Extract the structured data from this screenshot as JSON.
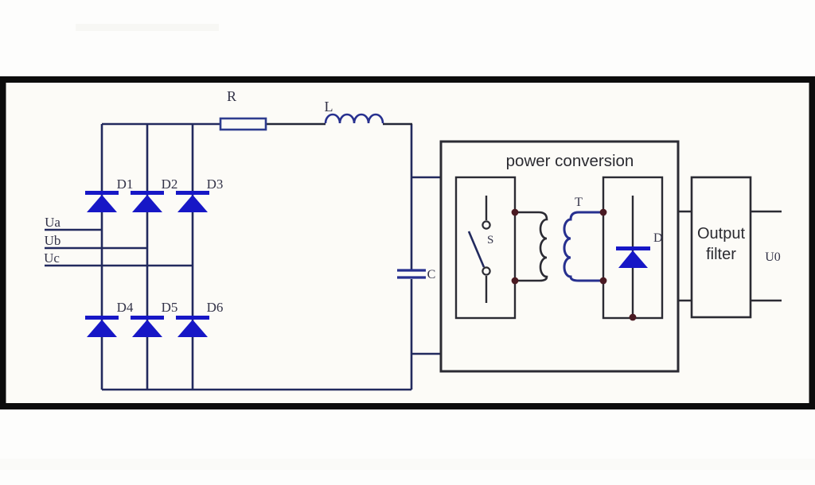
{
  "figure": {
    "type": "circuit-diagram",
    "description": "Three-phase diode rectifier with LC filter feeding an isolated power conversion stage and output filter",
    "title": "power conversion",
    "source_labels": {
      "phase_a": "Ua",
      "phase_b": "Ub",
      "phase_c": "Uc"
    },
    "rectifier_diodes": [
      "D1",
      "D2",
      "D3",
      "D4",
      "D5",
      "D6"
    ],
    "components": {
      "resistor": "R",
      "inductor": "L",
      "capacitor": "C",
      "switch": "S",
      "transformer": "T",
      "diode": "D"
    },
    "output_filter": {
      "line1": "Output",
      "line2": "filter"
    },
    "output_voltage": "U0",
    "colors": {
      "frame_black": "#0c0c0c",
      "canvas": "#fcfbf7",
      "wire_navy": "#222a5e",
      "wire_dark": "#2b2b33",
      "diode_blue": "#1717c6",
      "coil_blue": "#27308f",
      "resistor_outline": "#2e3c8e",
      "junction_maroon": "#4a1a22",
      "label_color": "#333348",
      "title_color": "#2b2b31"
    }
  }
}
